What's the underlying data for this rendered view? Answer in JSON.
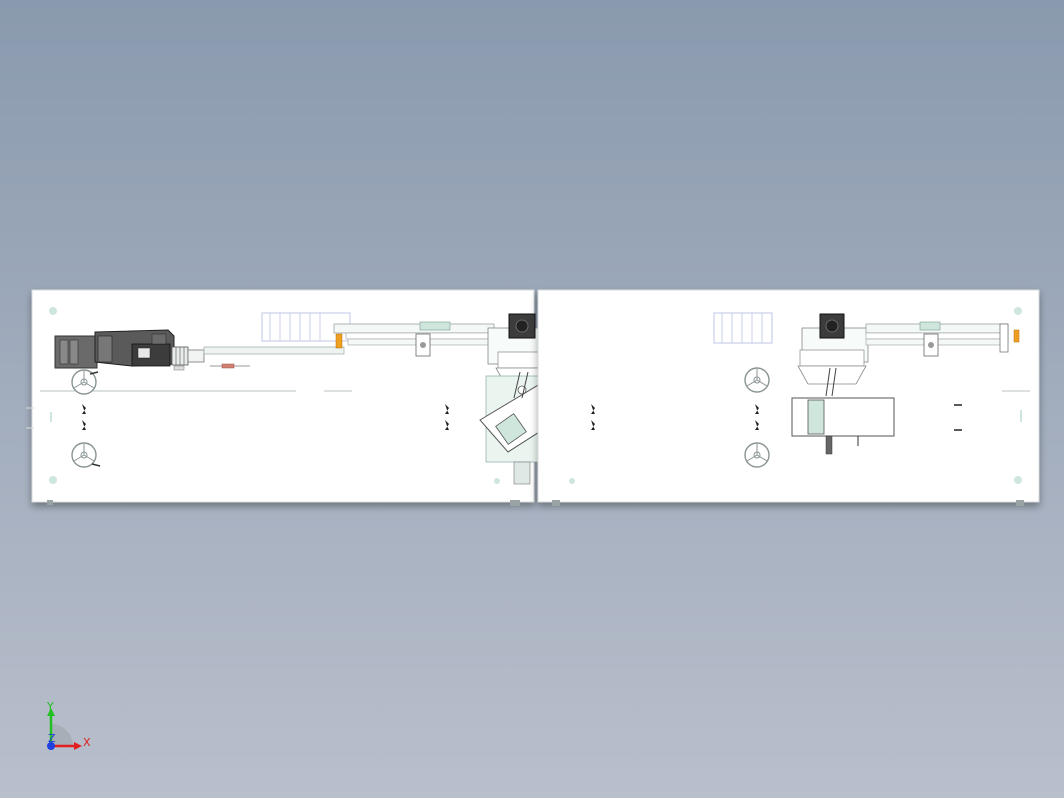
{
  "viewport": {
    "background_top": "#8a9aae",
    "background_bottom": "#b9bfcc"
  },
  "model": {
    "plate_color": "#ffffff",
    "line_color": "#9aa3a3",
    "mint_color": "#cfe6dc",
    "dark_part_color": "#4a4a4a",
    "lavender_color": "#c9cfe8",
    "accent_orange": "#f0a020"
  },
  "triad": {
    "x_label": "X",
    "y_label": "Y",
    "z_label": "Z",
    "x_color": "#e02020",
    "y_color": "#20c020",
    "z_color": "#2040e0"
  }
}
